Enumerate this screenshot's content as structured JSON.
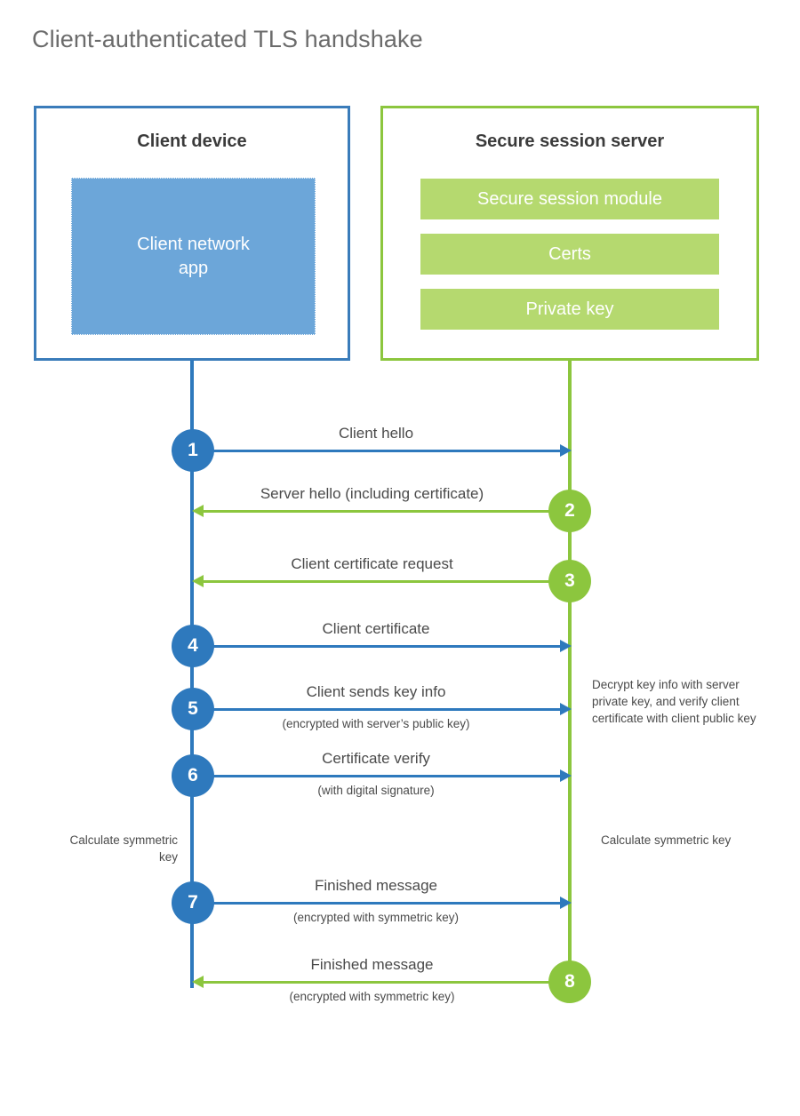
{
  "title": "Client-authenticated TLS handshake",
  "colors": {
    "client_blue": "#2e79bd",
    "client_app_fill": "#6ca6d9",
    "server_green": "#8cc63e",
    "server_bar_fill": "#b5d96f",
    "text": "#4a4a4a",
    "title_text": "#6b6b6b"
  },
  "client": {
    "title": "Client device",
    "app_label": "Client network\napp",
    "app_label_line1": "Client network",
    "app_label_line2": "app"
  },
  "server": {
    "title": "Secure session server",
    "bars": [
      {
        "label": "Secure session module"
      },
      {
        "label": "Certs"
      },
      {
        "label": "Private key"
      }
    ]
  },
  "messages": [
    {
      "step": "1",
      "label": "Client hello",
      "sub": "",
      "direction": "client-to-server",
      "actor": "client"
    },
    {
      "step": "2",
      "label": "Server hello (including certificate)",
      "sub": "",
      "direction": "server-to-client",
      "actor": "server"
    },
    {
      "step": "3",
      "label": "Client certificate request",
      "sub": "",
      "direction": "server-to-client",
      "actor": "server"
    },
    {
      "step": "4",
      "label": "Client certificate",
      "sub": "",
      "direction": "client-to-server",
      "actor": "client"
    },
    {
      "step": "5",
      "label": "Client sends key info",
      "sub": "(encrypted with server’s public key)",
      "direction": "client-to-server",
      "actor": "client"
    },
    {
      "step": "6",
      "label": "Certificate verify",
      "sub": "(with digital signature)",
      "direction": "client-to-server",
      "actor": "client"
    },
    {
      "step": "7",
      "label": "Finished message",
      "sub": "(encrypted with symmetric key)",
      "direction": "client-to-server",
      "actor": "client"
    },
    {
      "step": "8",
      "label": "Finished message",
      "sub": "(encrypted with symmetric key)",
      "direction": "server-to-client",
      "actor": "server"
    }
  ],
  "notes": {
    "decrypt": "Decrypt key info with server private key, and verify client certificate with client public key",
    "calculate_client": "Calculate symmetric key",
    "calculate_server": "Calculate symmetric key"
  }
}
